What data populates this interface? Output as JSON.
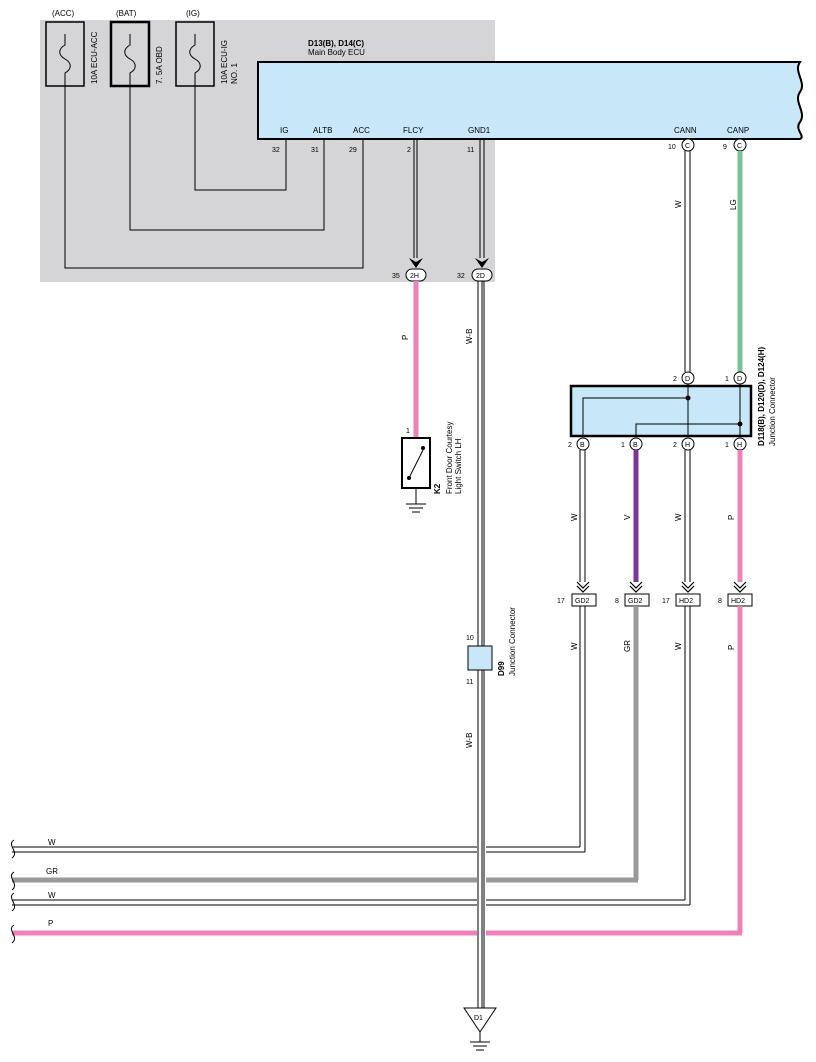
{
  "fuses": [
    {
      "supply": "(ACC)",
      "name": "10A ECU-ACC"
    },
    {
      "supply": "(BAT)",
      "name": "7. 5A OBD"
    },
    {
      "supply": "(IG)",
      "name": "10A ECU-IG",
      "name2": "NO. 1"
    }
  ],
  "ecu": {
    "code": "D13(B), D14(C)",
    "name": "Main Body ECU",
    "pins": [
      {
        "label": "IG",
        "num": "32"
      },
      {
        "label": "ALTB",
        "num": "31"
      },
      {
        "label": "ACC",
        "num": "29"
      },
      {
        "label": "FLCY",
        "num": "2"
      },
      {
        "label": "GND1",
        "num": "11"
      },
      {
        "label": "CANN",
        "num": "10",
        "conn": "C"
      },
      {
        "label": "CANP",
        "num": "9",
        "conn": "C"
      }
    ]
  },
  "connectors": {
    "c2h": {
      "pin": "35",
      "id": "2H"
    },
    "c2d": {
      "pin": "32",
      "id": "2D"
    }
  },
  "wire_colors": {
    "p_top": "P",
    "wb_top": "W-B",
    "cann_w": "W",
    "canp_lg": "LG",
    "w1": "W",
    "v": "V",
    "w2": "W",
    "p_mid": "P",
    "w3": "W",
    "gr": "GR",
    "w4": "W",
    "p_low": "P",
    "wb_low": "W-B"
  },
  "switch": {
    "pin": "1",
    "code": "K2",
    "name1": "Front Door Courtesy",
    "name2": "Light Switch LH"
  },
  "junction_main": {
    "code": "D118(B), D120(D), D124(H)",
    "name": "Junction Connector",
    "top_pins": [
      {
        "num": "2",
        "conn": "D"
      },
      {
        "num": "1",
        "conn": "D"
      }
    ],
    "bottom_pins": [
      {
        "num": "2",
        "conn": "B"
      },
      {
        "num": "1",
        "conn": "B"
      },
      {
        "num": "2",
        "conn": "H"
      },
      {
        "num": "1",
        "conn": "H"
      }
    ]
  },
  "bottom_connectors": [
    {
      "pin": "17",
      "id": "GD2"
    },
    {
      "pin": "8",
      "id": "GD2"
    },
    {
      "pin": "17",
      "id": "HD2"
    },
    {
      "pin": "8",
      "id": "HD2"
    }
  ],
  "junction_d99": {
    "top_pin": "10",
    "bottom_pin": "11",
    "code": "D99",
    "name": "Junction Connector"
  },
  "bus_lines": [
    {
      "label": "W",
      "color": "#ffffff"
    },
    {
      "label": "GR",
      "color": "#9a9a9a"
    },
    {
      "label": "W",
      "color": "#ffffff"
    },
    {
      "label": "P",
      "color": "#ee82b8"
    }
  ],
  "ground": {
    "id": "D1"
  },
  "colors": {
    "ecu_fill": "#c8e8fa",
    "shade": "#d5d5d7",
    "pink": "#ee82b8",
    "green": "#74c496",
    "violet": "#7a349a",
    "gray": "#9a9a9a"
  }
}
